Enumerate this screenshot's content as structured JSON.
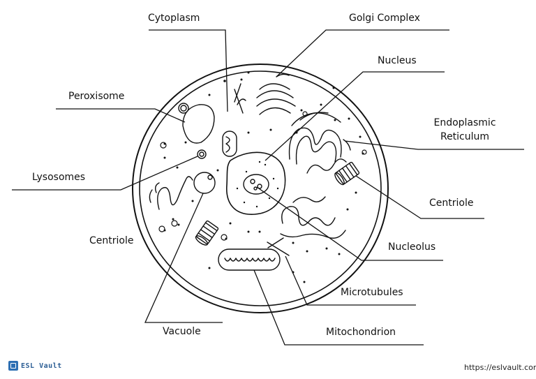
{
  "labels": {
    "cytoplasm": "Cytoplasm",
    "golgi": "Golgi Complex",
    "nucleus": "Nucleus",
    "peroxisome": "Peroxisome",
    "er_line1": "Endoplasmic",
    "er_line2": "Reticulum",
    "lysosomes": "Lysosomes",
    "centriole_right": "Centriole",
    "centriole_left": "Centriole",
    "nucleolus": "Nucleolus",
    "microtubules": "Microtubules",
    "vacuole": "Vacuole",
    "mitochondrion": "Mitochondrion"
  },
  "footer": {
    "brand": "ESL Vault",
    "url": "https://eslvault.com"
  },
  "colors": {
    "line": "#111111",
    "brand": "#2d6fb3"
  }
}
